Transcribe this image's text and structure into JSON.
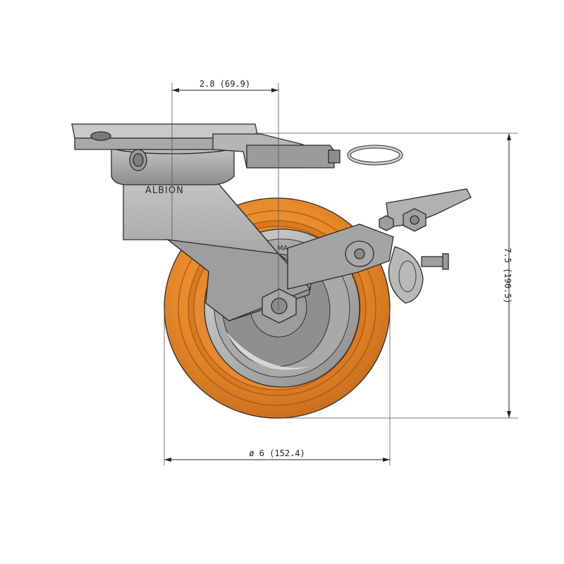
{
  "dimensions": {
    "offset_label": "2.8 (69.9)",
    "height_label": "7.5 (190.5)",
    "diameter_label": "ø 6 (152.4)"
  },
  "branding": {
    "fork_text": "ALBION",
    "hub_text": "MA"
  },
  "colors": {
    "tread_orange": "#e88a2a",
    "tread_dark": "#c86c1a",
    "steel": "#9a9a9a",
    "steel_light": "#bdbdbd",
    "steel_dark": "#7a7a7a"
  }
}
